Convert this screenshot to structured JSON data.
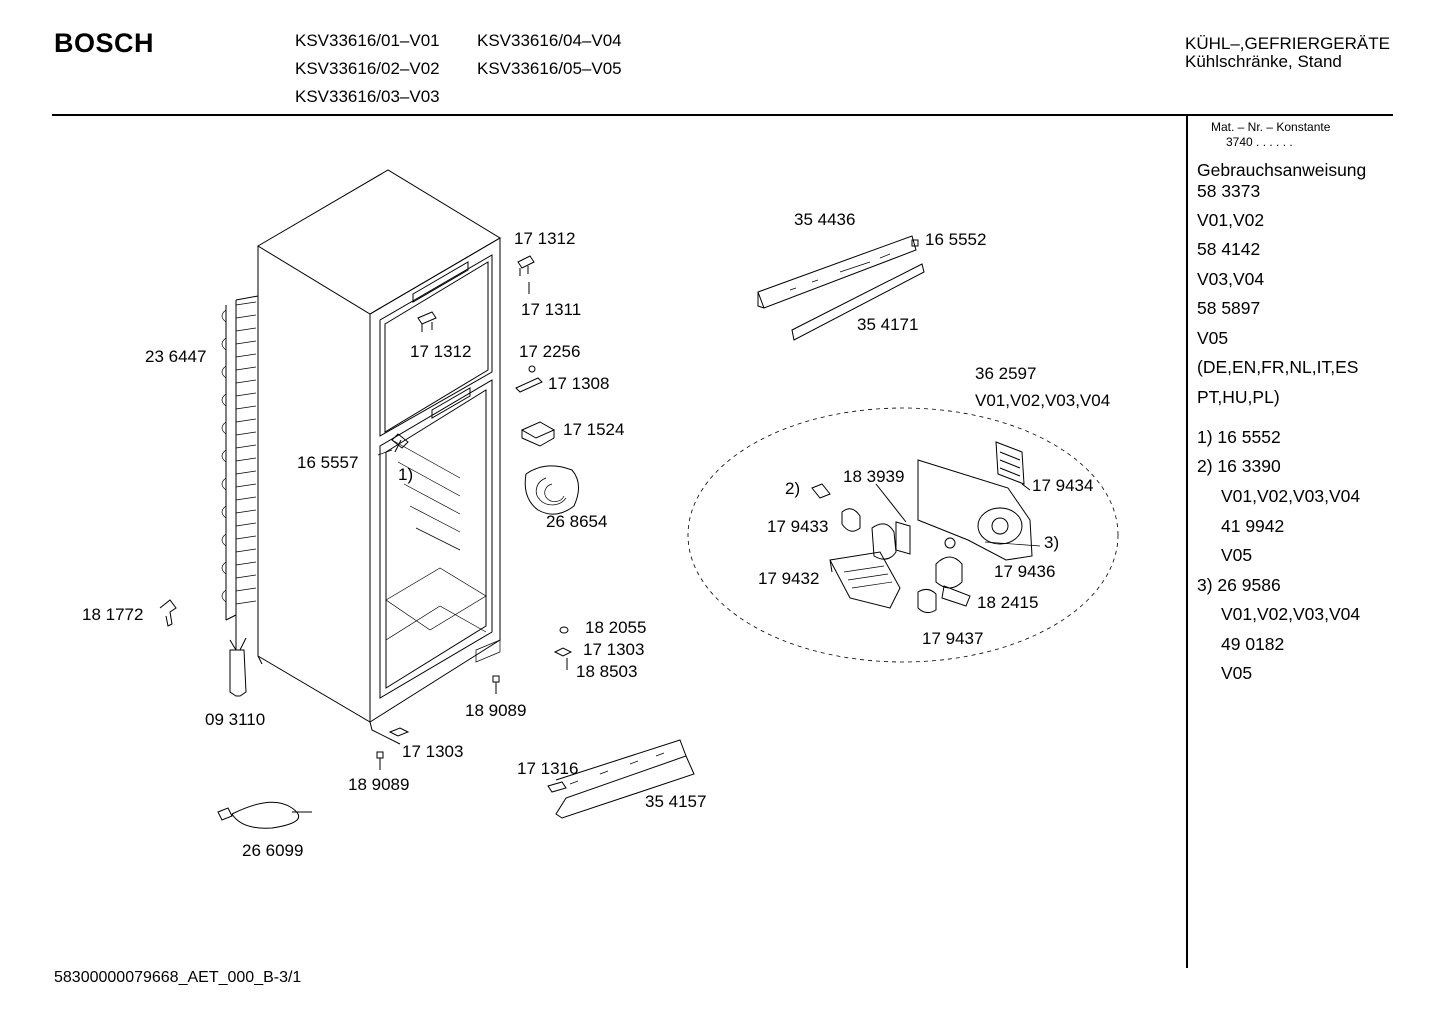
{
  "header": {
    "brand": "BOSCH",
    "models": [
      "KSV33616/01–V01",
      "KSV33616/04–V04",
      "KSV33616/02–V02",
      "KSV33616/05–V05",
      "KSV33616/03–V03"
    ],
    "category_line1": "KÜHL–,GEFRIERGERÄTE",
    "category_line2": "Kühlschränke, Stand"
  },
  "sidebar": {
    "mat_label": "Mat. – Nr. – Konstante",
    "mat_value": "3740 .  .  .  .  .  .",
    "lines": [
      {
        "text": "Gebrauchsanweisung",
        "indent": false
      },
      {
        "text": "58 3373",
        "indent": false
      },
      {
        "text": "V01,V02",
        "indent": false
      },
      {
        "text": "58 4142",
        "indent": false
      },
      {
        "text": "V03,V04",
        "indent": false
      },
      {
        "text": "58 5897",
        "indent": false
      },
      {
        "text": "V05",
        "indent": false
      },
      {
        "text": "(DE,EN,FR,NL,IT,ES",
        "indent": false
      },
      {
        "text": "PT,HU,PL)",
        "indent": false
      },
      {
        "text": "1) 16 5552",
        "indent": false
      },
      {
        "text": "2) 16 3390",
        "indent": false
      },
      {
        "text": "V01,V02,V03,V04",
        "indent": true
      },
      {
        "text": "41 9942",
        "indent": true
      },
      {
        "text": "V05",
        "indent": true
      },
      {
        "text": "3) 26 9586",
        "indent": false
      },
      {
        "text": "V01,V02,V03,V04",
        "indent": true
      },
      {
        "text": "49 0182",
        "indent": true
      },
      {
        "text": "V05",
        "indent": true
      }
    ]
  },
  "parts": {
    "p171312a": "17 1312",
    "p171311": "17 1311",
    "p171312b": "17 1312",
    "p172256": "17 2256",
    "p171308": "17 1308",
    "p171524": "17 1524",
    "p236447": "23 6447",
    "p165557": "16 5557",
    "note1": "1)",
    "p268654": "26 8654",
    "p181772": "18 1772",
    "p182055": "18 2055",
    "p171303a": "17 1303",
    "p188503": "18 8503",
    "p189089a": "18 9089",
    "p093110": "09 3110",
    "p171303b": "17 1303",
    "p189089b": "18 9089",
    "p171316": "17 1316",
    "p354157": "35 4157",
    "p266099": "26 6099",
    "p354436": "35 4436",
    "p165552": "16 5552",
    "p354171": "35 4171",
    "p362597": "36 2597",
    "p362597v": "V01,V02,V03,V04",
    "note2": "2)",
    "p183939": "18 3939",
    "p179434": "17 9434",
    "p179433": "17 9433",
    "note3": "3)",
    "p179436": "17 9436",
    "p179432": "17 9432",
    "p182415": "18 2415",
    "p179437": "17 9437"
  },
  "footer": {
    "doc_id": "58300000079668_AET_000_B-3/1"
  }
}
